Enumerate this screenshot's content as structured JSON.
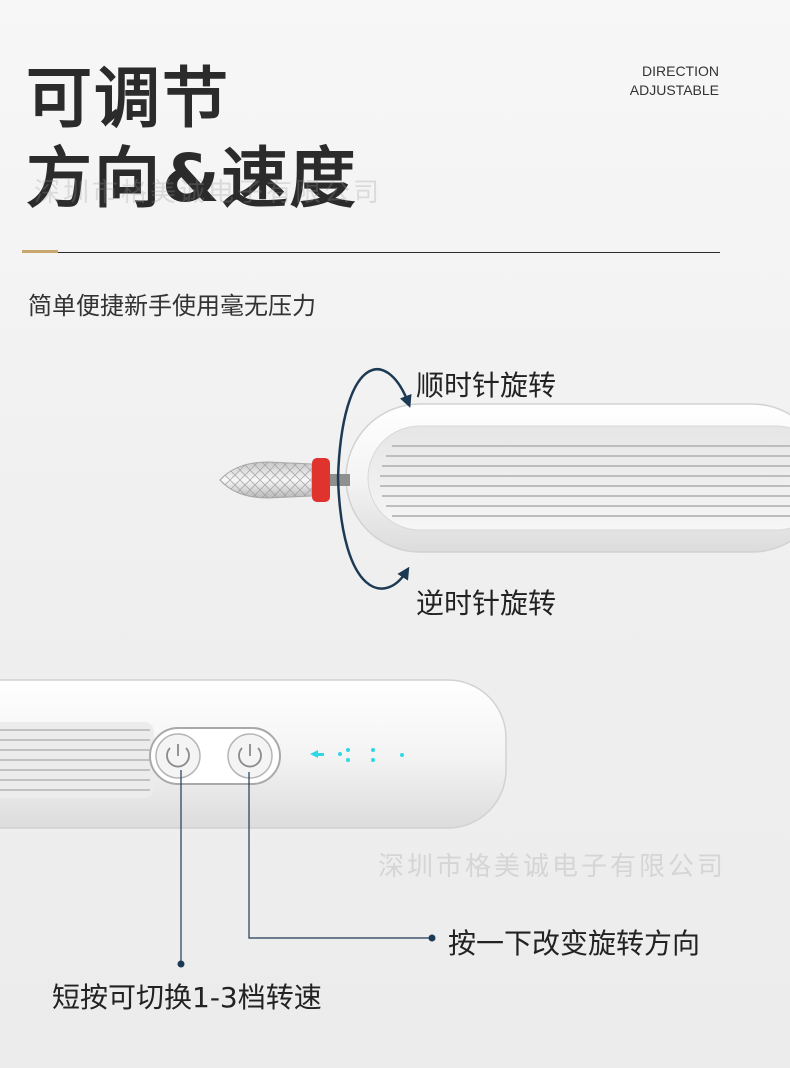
{
  "header": {
    "title_line1": "可调节",
    "title_line2": "方向&速度",
    "english_line1": "DIRECTION",
    "english_line2": "ADJUSTABLE",
    "subtitle": "简单便捷新手使用毫无压力"
  },
  "watermark": {
    "text_top": "深圳市格美诚电子有限公司",
    "text_bottom": "深圳市格美诚电子有限公司"
  },
  "rotation": {
    "clockwise_label": "顺时针旋转",
    "counterclockwise_label": "逆时针旋转"
  },
  "buttons": {
    "direction_callout": "按一下改变旋转方向",
    "speed_callout": "短按可切换1-3档转速"
  },
  "colors": {
    "accent_gold": "#c9a66b",
    "arrow_navy": "#1d3a55",
    "led_cyan": "#2fd8e8",
    "bit_collar_red": "#e0332d"
  }
}
